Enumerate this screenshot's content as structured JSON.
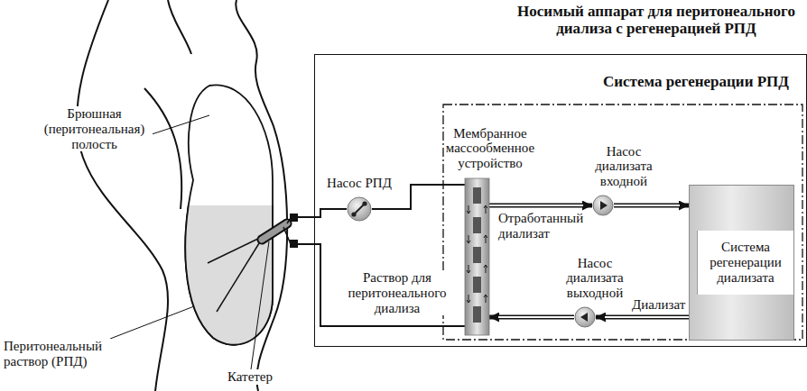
{
  "diagram": {
    "nodes": [
      {
        "text": [
          "Носимый аппарат для перитонеального диализа с регенерацией РПД"
        ]
      },
      {
        "text": [
          "Система регенерации РПД"
        ],
        "in": 0
      },
      {
        "text": [
          "Насос РПД"
        ],
        "in": 0
      },
      {
        "text": [
          "Мембранное массообменное устройство"
        ],
        "in": 1
      },
      {
        "text": [
          "Насос диализата входной"
        ],
        "in": 1
      },
      {
        "text": [
          "Система регенерации диализата"
        ],
        "in": 1
      },
      {
        "text": [
          "Насос диализата выходной"
        ],
        "in": 1
      }
    ],
    "edges": [
      {
        "from": 2,
        "to": 3,
        "arrow": "none"
      },
      {
        "from": 3,
        "to": 4,
        "arrow": "to",
        "label": "Отработанный диализат"
      },
      {
        "from": 4,
        "to": 5,
        "arrow": "to"
      },
      {
        "from": 5,
        "to": 6,
        "arrow": "to",
        "label": "Диализат"
      },
      {
        "from": 6,
        "to": 3,
        "arrow": "to"
      }
    ],
    "labels": [
      "Брюшная (перитонеальная) полость",
      "Перитонеальный раствор (РПД)",
      "Катетер",
      "Раствор для перитонеального диализа"
    ]
  }
}
